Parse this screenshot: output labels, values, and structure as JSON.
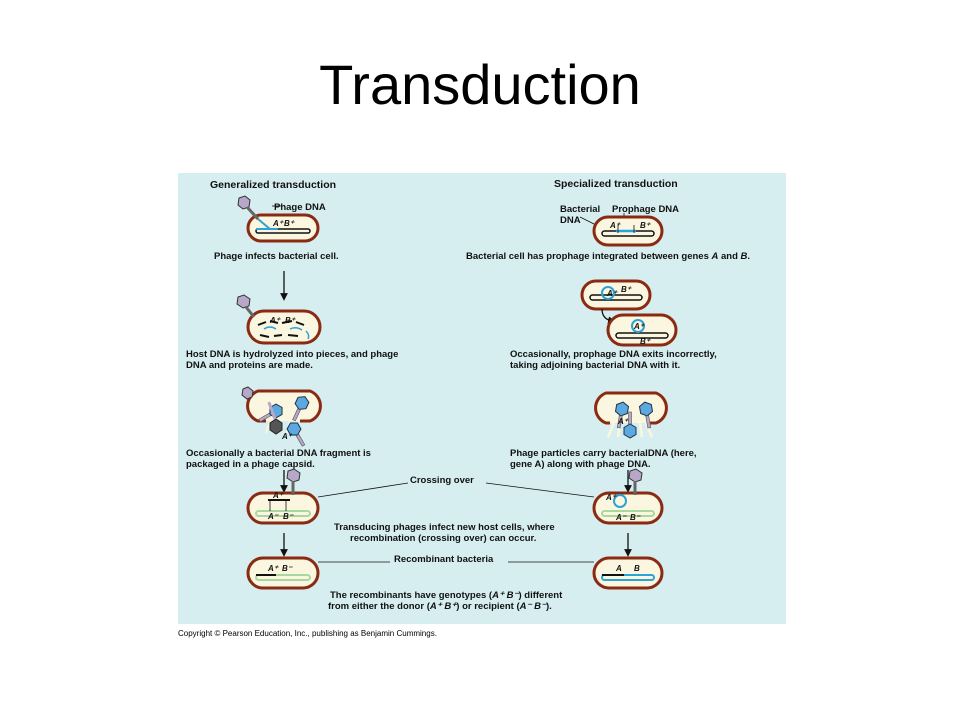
{
  "title": "Transduction",
  "copyright": "Copyright © Pearson Education, Inc., publishing as Benjamin Cummings.",
  "colors": {
    "panel": "#d6eef0",
    "cell_outline": "#8a2a12",
    "cell_fill": "#fbf6df",
    "host_dna": "#111111",
    "phage_dna": "#2aa3d8",
    "recipient_dna": "#a8d8a0",
    "phage": "#b7a7c9"
  },
  "generalized": {
    "header": "Generalized transduction",
    "phage_dna_label": "Phage DNA",
    "step1_caption": "Phage infects bacterial cell.",
    "step2_caption_1": "Host DNA is hydrolyzed into pieces, and phage",
    "step2_caption_2": "DNA and proteins are made.",
    "step3_caption_1": "Occasionally a bacterial DNA fragment is",
    "step3_caption_2": "packaged in a phage capsid."
  },
  "specialized": {
    "header": "Specialized transduction",
    "bacterial_dna_label_1": "Bacterial",
    "bacterial_dna_label_2": "DNA",
    "prophage_dna_label": "Prophage DNA",
    "step1_caption_pre": "Bacterial cell has prophage integrated between genes ",
    "step1_caption_a": "A",
    "step1_caption_mid": " and ",
    "step1_caption_b": "B",
    "step1_caption_end": ".",
    "step2_caption_1": "Occasionally, prophage DNA exits incorrectly,",
    "step2_caption_2": "taking adjoining bacterial DNA with it.",
    "step3_caption_1": "Phage particles carry bacterialDNA (here,",
    "step3_caption_2": "gene A) along with phage DNA."
  },
  "shared": {
    "crossing_over_label": "Crossing over",
    "infect_caption_1": "Transducing phages infect new host cells, where",
    "infect_caption_2": "recombination (crossing over) can occur.",
    "recombinant_label": "Recombinant bacteria",
    "final_caption_1_pre": "The recombinants have genotypes (",
    "final_caption_1_gen": "A⁺ B⁻",
    "final_caption_1_post": ") different",
    "final_caption_2_pre": "from either the donor (",
    "final_caption_2_donor": "A⁺ B⁺",
    "final_caption_2_mid": ") or recipient (",
    "final_caption_2_recip": "A⁻ B⁻",
    "final_caption_2_end": ")."
  },
  "genes": {
    "a_plus": "A⁺",
    "b_plus": "B⁺",
    "a_minus": "A⁻",
    "b_minus": "B⁻",
    "a": "A",
    "b": "B"
  }
}
